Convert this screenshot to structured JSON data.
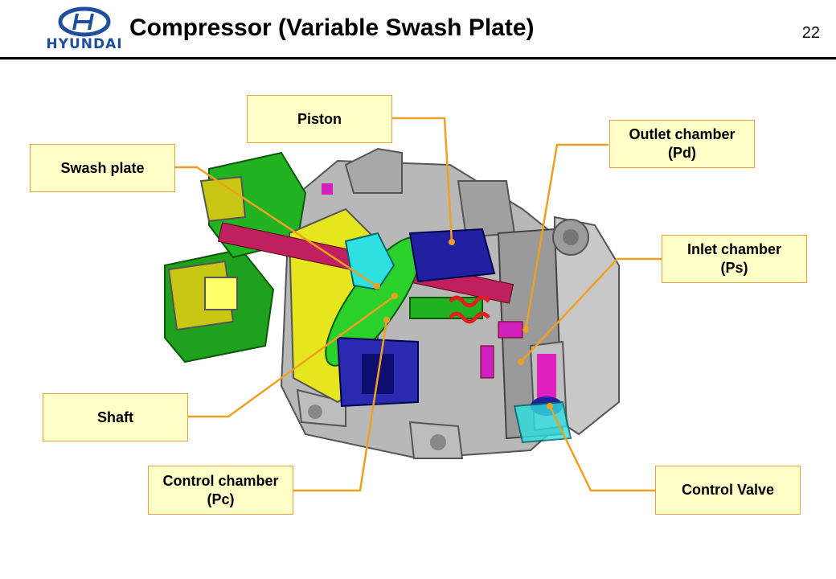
{
  "header": {
    "logo_text": "HYUNDAI",
    "title": "Compressor (Variable Swash Plate)",
    "page_number": "22"
  },
  "labels": {
    "piston": "Piston",
    "swash_plate": "Swash plate",
    "outlet_chamber": "Outlet chamber\n(Pd)",
    "inlet_chamber": "Inlet chamber\n(Ps)",
    "shaft": "Shaft",
    "control_chamber": "Control chamber\n(Pc)",
    "control_valve": "Control Valve"
  },
  "colors": {
    "brand_blue": "#1f4e9c",
    "leader_line": "#f0a020",
    "callout_fill": "#ffffc8"
  }
}
